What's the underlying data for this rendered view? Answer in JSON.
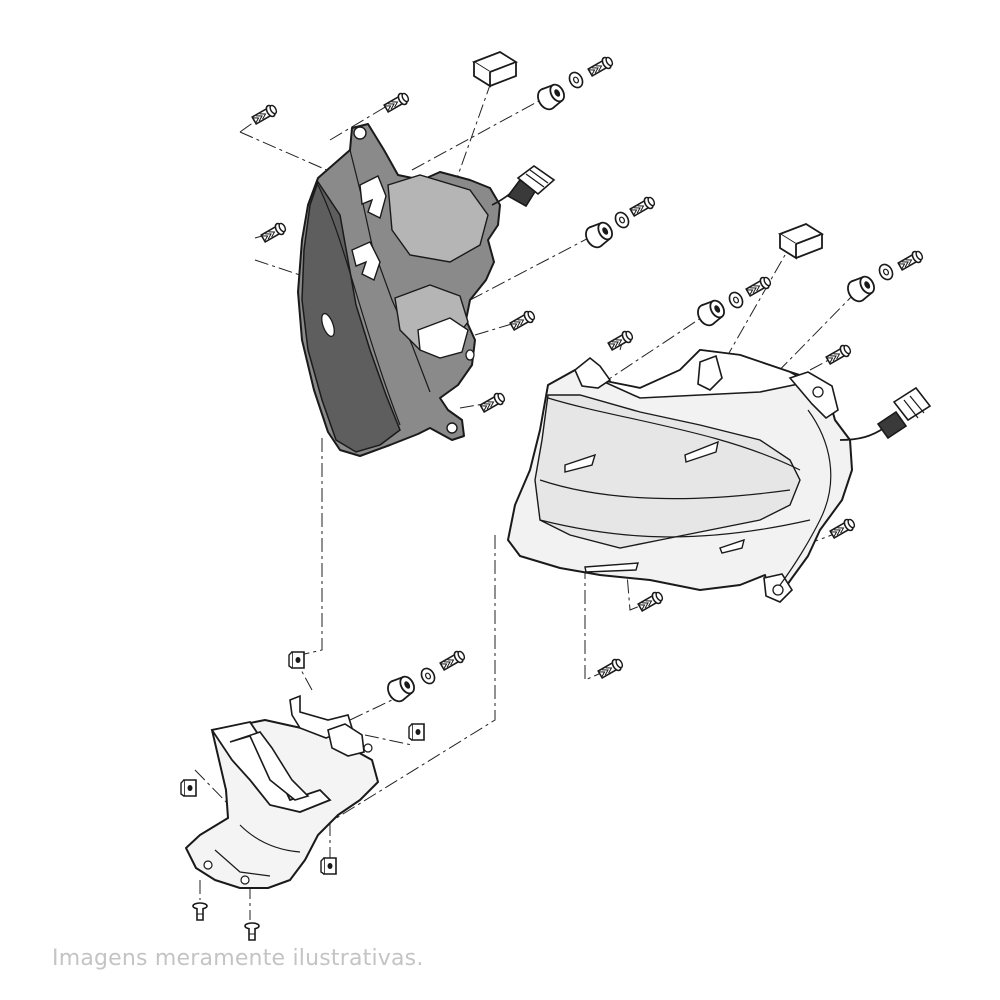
{
  "caption": "Imagens meramente ilustrativas.",
  "colors": {
    "background": "#ffffff",
    "ink": "#1a1a1a",
    "housing_fill": "#8a8a8a",
    "housing_dark": "#5e5e5e",
    "caption_text": "#c4c4c4"
  },
  "parts": [
    "headlight-housing-rear",
    "headlight-lens-assembly",
    "headlight-bracket-stay",
    "screw",
    "rubber-grommet",
    "washer",
    "foam-pad",
    "clip-nut",
    "push-rivet",
    "wire-connector"
  ]
}
